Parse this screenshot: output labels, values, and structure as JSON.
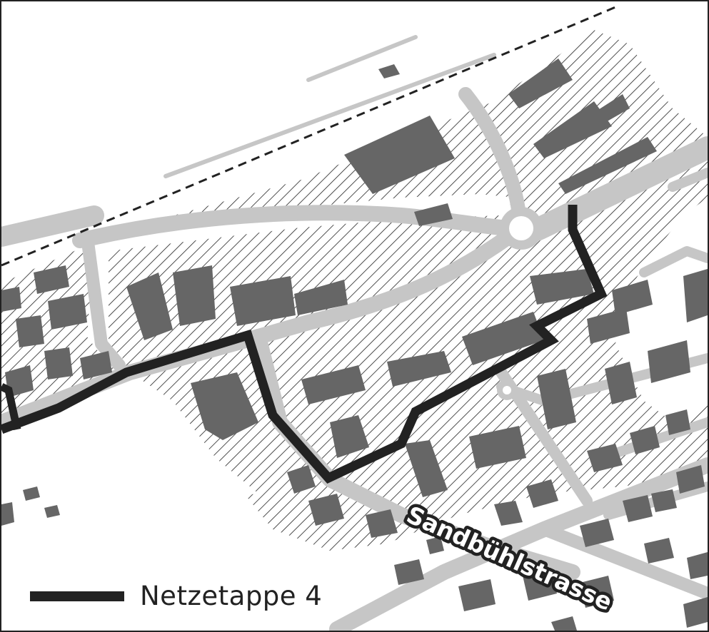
{
  "map": {
    "street_label": "Sandbühlstrasse",
    "legend": {
      "label": "Netzetappe 4",
      "line_color": "#222222"
    },
    "colors": {
      "background": "#ffffff",
      "buildings": "#666666",
      "roads": "#c6c6c6",
      "hatch": "#222222",
      "route": "#222222",
      "railway": "#222222"
    },
    "icons": {
      "railway": "dashed-line",
      "roundabout": "circle"
    }
  }
}
